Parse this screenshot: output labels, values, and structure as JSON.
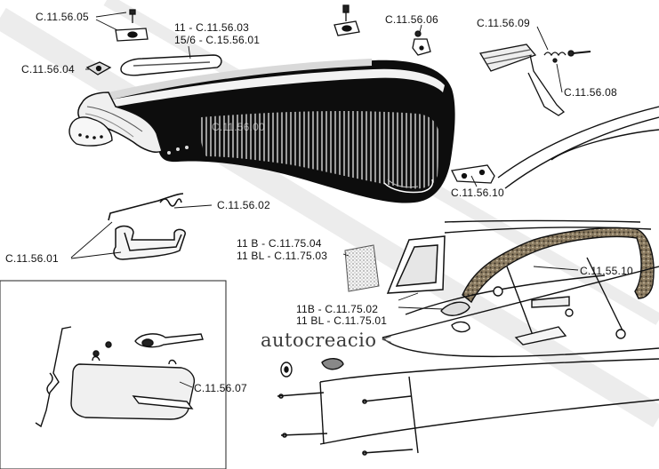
{
  "watermark": "autocreacio",
  "labels": {
    "c115605": "C.11.56.05",
    "c115604": "C.11.56.04",
    "grp1_line1": "11 -    C.11.56.03",
    "grp1_line2": "15/6 - C.15.56.01",
    "c115606": "C.11.56.06",
    "c115609": "C.11.56.09",
    "c115608": "C.11.56.08",
    "c115610": "C.11.56.10",
    "c115602": "C.11.56.02",
    "c115601": "C.11.56.01",
    "grp2_line1": "11 B   - C.11.75.04",
    "grp2_line2": "11 BL - C.11.75.03",
    "grp3_line1": "11B -    C.11.75.02",
    "grp3_line2": "11 BL - C.11.75.01",
    "c115510": "C.11.55.10",
    "c115607": "C.11.56.07",
    "center_overlay": "C.11.56.00"
  },
  "brand_arrow": "<"
}
